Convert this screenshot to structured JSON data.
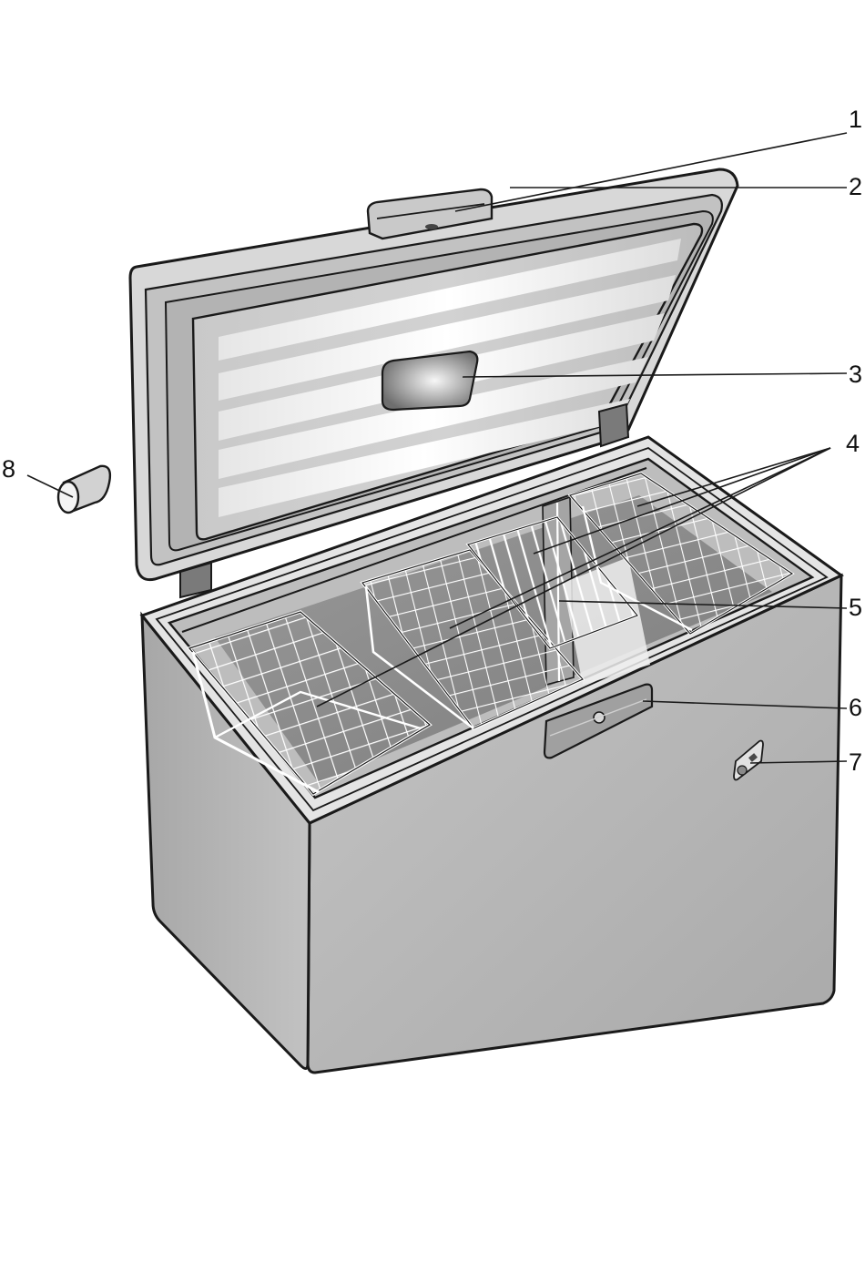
{
  "diagram": {
    "callouts": [
      {
        "id": "1",
        "label": "1"
      },
      {
        "id": "2",
        "label": "2"
      },
      {
        "id": "3",
        "label": "3"
      },
      {
        "id": "4",
        "label": "4"
      },
      {
        "id": "5",
        "label": "5"
      },
      {
        "id": "6",
        "label": "6"
      },
      {
        "id": "7",
        "label": "7"
      },
      {
        "id": "8",
        "label": "8"
      }
    ],
    "colors": {
      "outline": "#1a1a1a",
      "cabinet_front": "#b9b9b9",
      "cabinet_side": "#c9c9c9",
      "lid_frame": "#d6d6d6",
      "lid_liner": "#c6c6c6",
      "lid_stripe": "#f4f4f4",
      "interior_floor": "#8f8f8f",
      "basket_wire": "#ffffff"
    }
  }
}
